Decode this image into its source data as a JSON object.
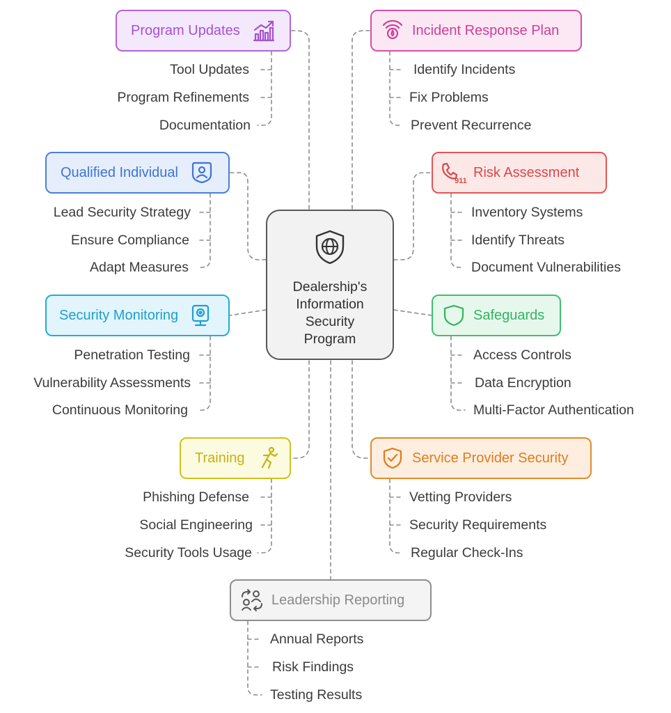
{
  "center": {
    "title": "Dealership's Information Security Program",
    "icon": "shield-globe-icon"
  },
  "branches": [
    {
      "id": "program-updates",
      "label": "Program Updates",
      "icon": "growth-chart-icon",
      "color": "#b065d8",
      "items": [
        "Tool Updates",
        "Program Refinements",
        "Documentation"
      ]
    },
    {
      "id": "incident-response-plan",
      "label": "Incident Response Plan",
      "icon": "alarm-signal-icon",
      "color": "#d64fa6",
      "items": [
        "Identify Incidents",
        "Fix Problems",
        "Prevent Recurrence"
      ]
    },
    {
      "id": "qualified-individual",
      "label": "Qualified Individual",
      "icon": "person-badge-icon",
      "color": "#4a7fd9",
      "items": [
        "Lead Security Strategy",
        "Ensure Compliance",
        "Adapt Measures"
      ]
    },
    {
      "id": "risk-assessment",
      "label": "Risk Assessment",
      "icon": "emergency-911-icon",
      "color": "#e05555",
      "items": [
        "Inventory Systems",
        "Identify Threats",
        "Document Vulnerabilities"
      ]
    },
    {
      "id": "security-monitoring",
      "label": "Security Monitoring",
      "icon": "monitor-camera-icon",
      "color": "#26a9d8",
      "items": [
        "Penetration Testing",
        "Vulnerability Assessments",
        "Continuous Monitoring"
      ]
    },
    {
      "id": "safeguards",
      "label": "Safeguards",
      "icon": "shield-icon",
      "color": "#3fbf6e",
      "items": [
        "Access Controls",
        "Data Encryption",
        "Multi-Factor Authentication"
      ]
    },
    {
      "id": "training",
      "label": "Training",
      "icon": "running-person-icon",
      "color": "#cfc11b",
      "items": [
        "Phishing Defense",
        "Social Engineering",
        "Security Tools Usage"
      ]
    },
    {
      "id": "service-provider-security",
      "label": "Service Provider Security",
      "icon": "shield-check-icon",
      "color": "#e38a2c",
      "items": [
        "Vetting Providers",
        "Security Requirements",
        "Regular Check-Ins"
      ]
    },
    {
      "id": "leadership-reporting",
      "label": "Leadership Reporting",
      "icon": "people-exchange-icon",
      "color": "#8e8e8e",
      "items": [
        "Annual Reports",
        "Risk Findings",
        "Testing Results"
      ]
    }
  ]
}
